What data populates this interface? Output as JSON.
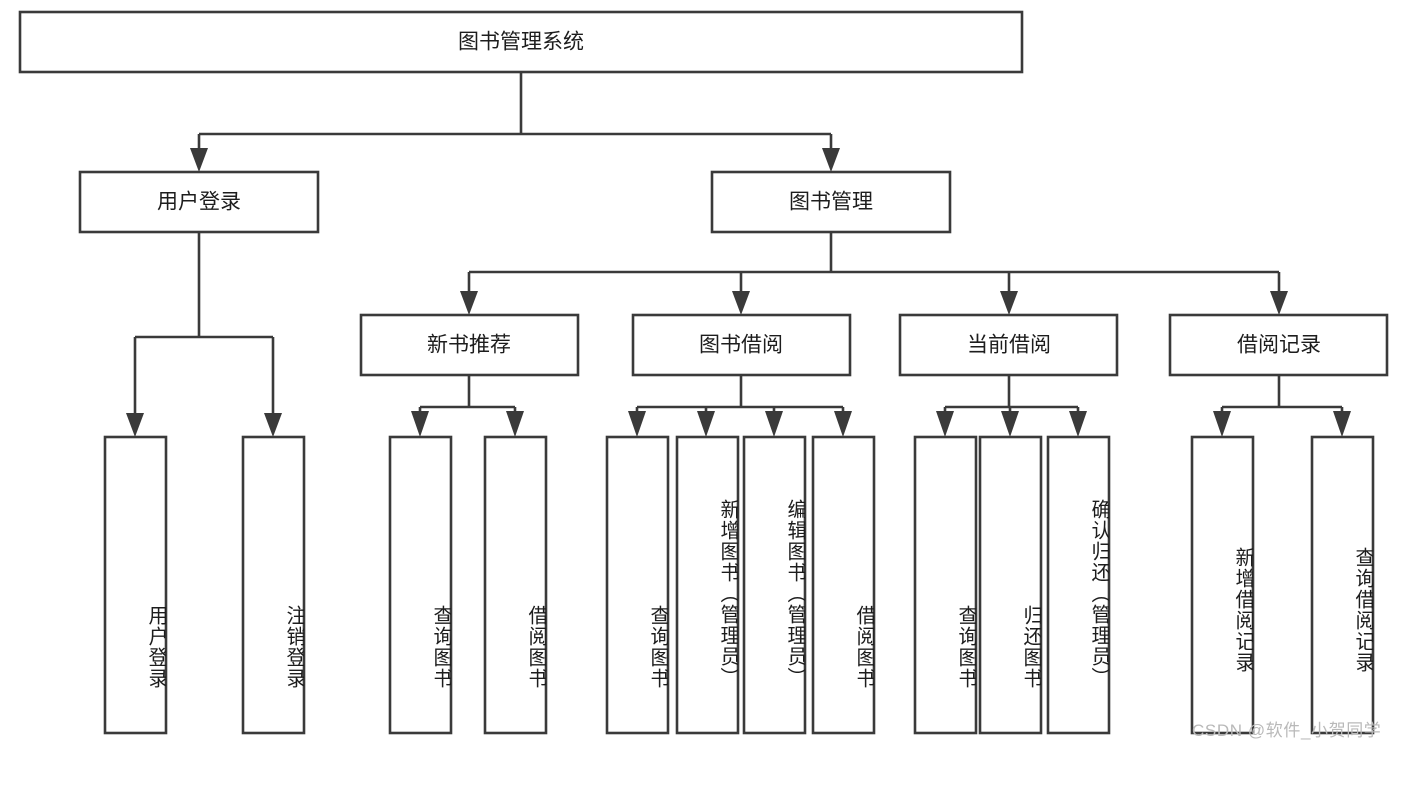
{
  "diagram": {
    "type": "hierarchy-tree",
    "title": "图书管理系统",
    "root": {
      "id": "root",
      "label": "图书管理系统",
      "orientation": "horizontal"
    },
    "level1": [
      {
        "id": "user-login",
        "label": "用户登录",
        "orientation": "horizontal"
      },
      {
        "id": "book-management",
        "label": "图书管理",
        "orientation": "horizontal"
      }
    ],
    "level2": [
      {
        "id": "new-book-recommend",
        "label": "新书推荐",
        "orientation": "horizontal",
        "parent": "book-management"
      },
      {
        "id": "book-borrow",
        "label": "图书借阅",
        "orientation": "horizontal",
        "parent": "book-management"
      },
      {
        "id": "current-borrow",
        "label": "当前借阅",
        "orientation": "horizontal",
        "parent": "book-management"
      },
      {
        "id": "borrow-record",
        "label": "借阅记录",
        "orientation": "horizontal",
        "parent": "book-management"
      }
    ],
    "leaves": [
      {
        "id": "leaf-user-login",
        "label": "用户登录",
        "orientation": "vertical",
        "parent": "user-login"
      },
      {
        "id": "leaf-logout-login",
        "label": "注销登录",
        "orientation": "vertical",
        "parent": "user-login"
      },
      {
        "id": "leaf-query-book-1",
        "label": "查询图书",
        "orientation": "vertical",
        "parent": "new-book-recommend"
      },
      {
        "id": "leaf-borrow-book-1",
        "label": "借阅图书",
        "orientation": "vertical",
        "parent": "new-book-recommend"
      },
      {
        "id": "leaf-query-book-2",
        "label": "查询图书",
        "orientation": "vertical",
        "parent": "book-borrow"
      },
      {
        "id": "leaf-add-book",
        "label": "新增图书（管理员）",
        "orientation": "vertical",
        "parent": "book-borrow"
      },
      {
        "id": "leaf-edit-book",
        "label": "编辑图书（管理员）",
        "orientation": "vertical",
        "parent": "book-borrow"
      },
      {
        "id": "leaf-borrow-book-2",
        "label": "借阅图书",
        "orientation": "vertical",
        "parent": "book-borrow"
      },
      {
        "id": "leaf-query-book-3",
        "label": "查询图书",
        "orientation": "vertical",
        "parent": "current-borrow"
      },
      {
        "id": "leaf-return-book",
        "label": "归还图书",
        "orientation": "vertical",
        "parent": "current-borrow"
      },
      {
        "id": "leaf-confirm-return",
        "label": "确认归还（管理员）",
        "orientation": "vertical",
        "parent": "current-borrow"
      },
      {
        "id": "leaf-add-record",
        "label": "新增借阅记录",
        "orientation": "vertical",
        "parent": "borrow-record"
      },
      {
        "id": "leaf-query-record",
        "label": "查询借阅记录",
        "orientation": "vertical",
        "parent": "borrow-record"
      }
    ],
    "colors": {
      "stroke": "#3a3a3a",
      "fill": "#ffffff",
      "text": "#1d1d1d",
      "background": "#ffffff",
      "watermark": "#b9b9b9"
    }
  },
  "watermark": {
    "text": "CSDN @软件_小贺同学"
  }
}
